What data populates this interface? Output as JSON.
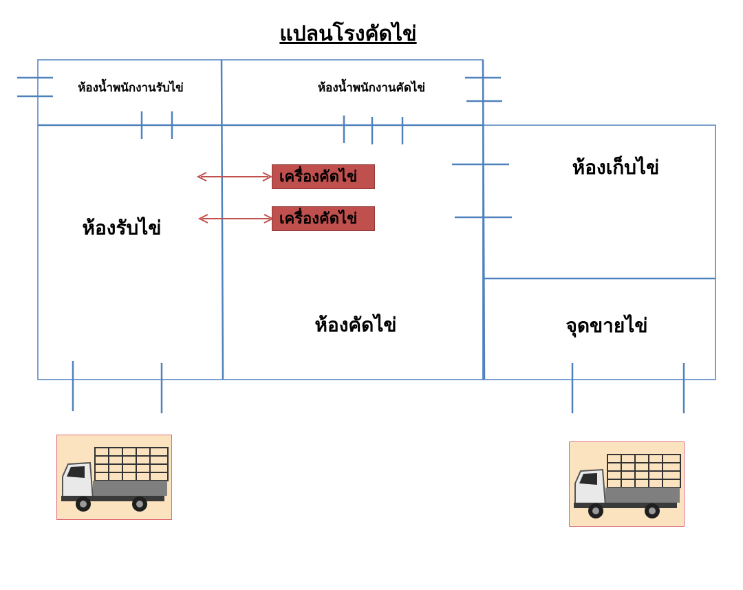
{
  "title": "แปลนโรงคัดไข่",
  "rooms": {
    "receive_staff_restroom": "ห้องน้ำพนักงานรับไข่",
    "sort_staff_restroom": "ห้องน้ำพนักงานคัดไข่",
    "receiving_room": "ห้องรับไข่",
    "sorting_room": "ห้องคัดไข่",
    "storage_room": "ห้องเก็บไข่",
    "sales_point": "จุดขายไข่"
  },
  "machines": [
    "เครื่องคัดไข่",
    "เครื่องคัดไข่"
  ],
  "colors": {
    "wall": "#4f81bd",
    "machine": "#c0504d",
    "arrow": "#c0504d",
    "truck_bg": "#fbe3bf"
  },
  "icons": [
    "truck-icon",
    "truck-icon"
  ]
}
